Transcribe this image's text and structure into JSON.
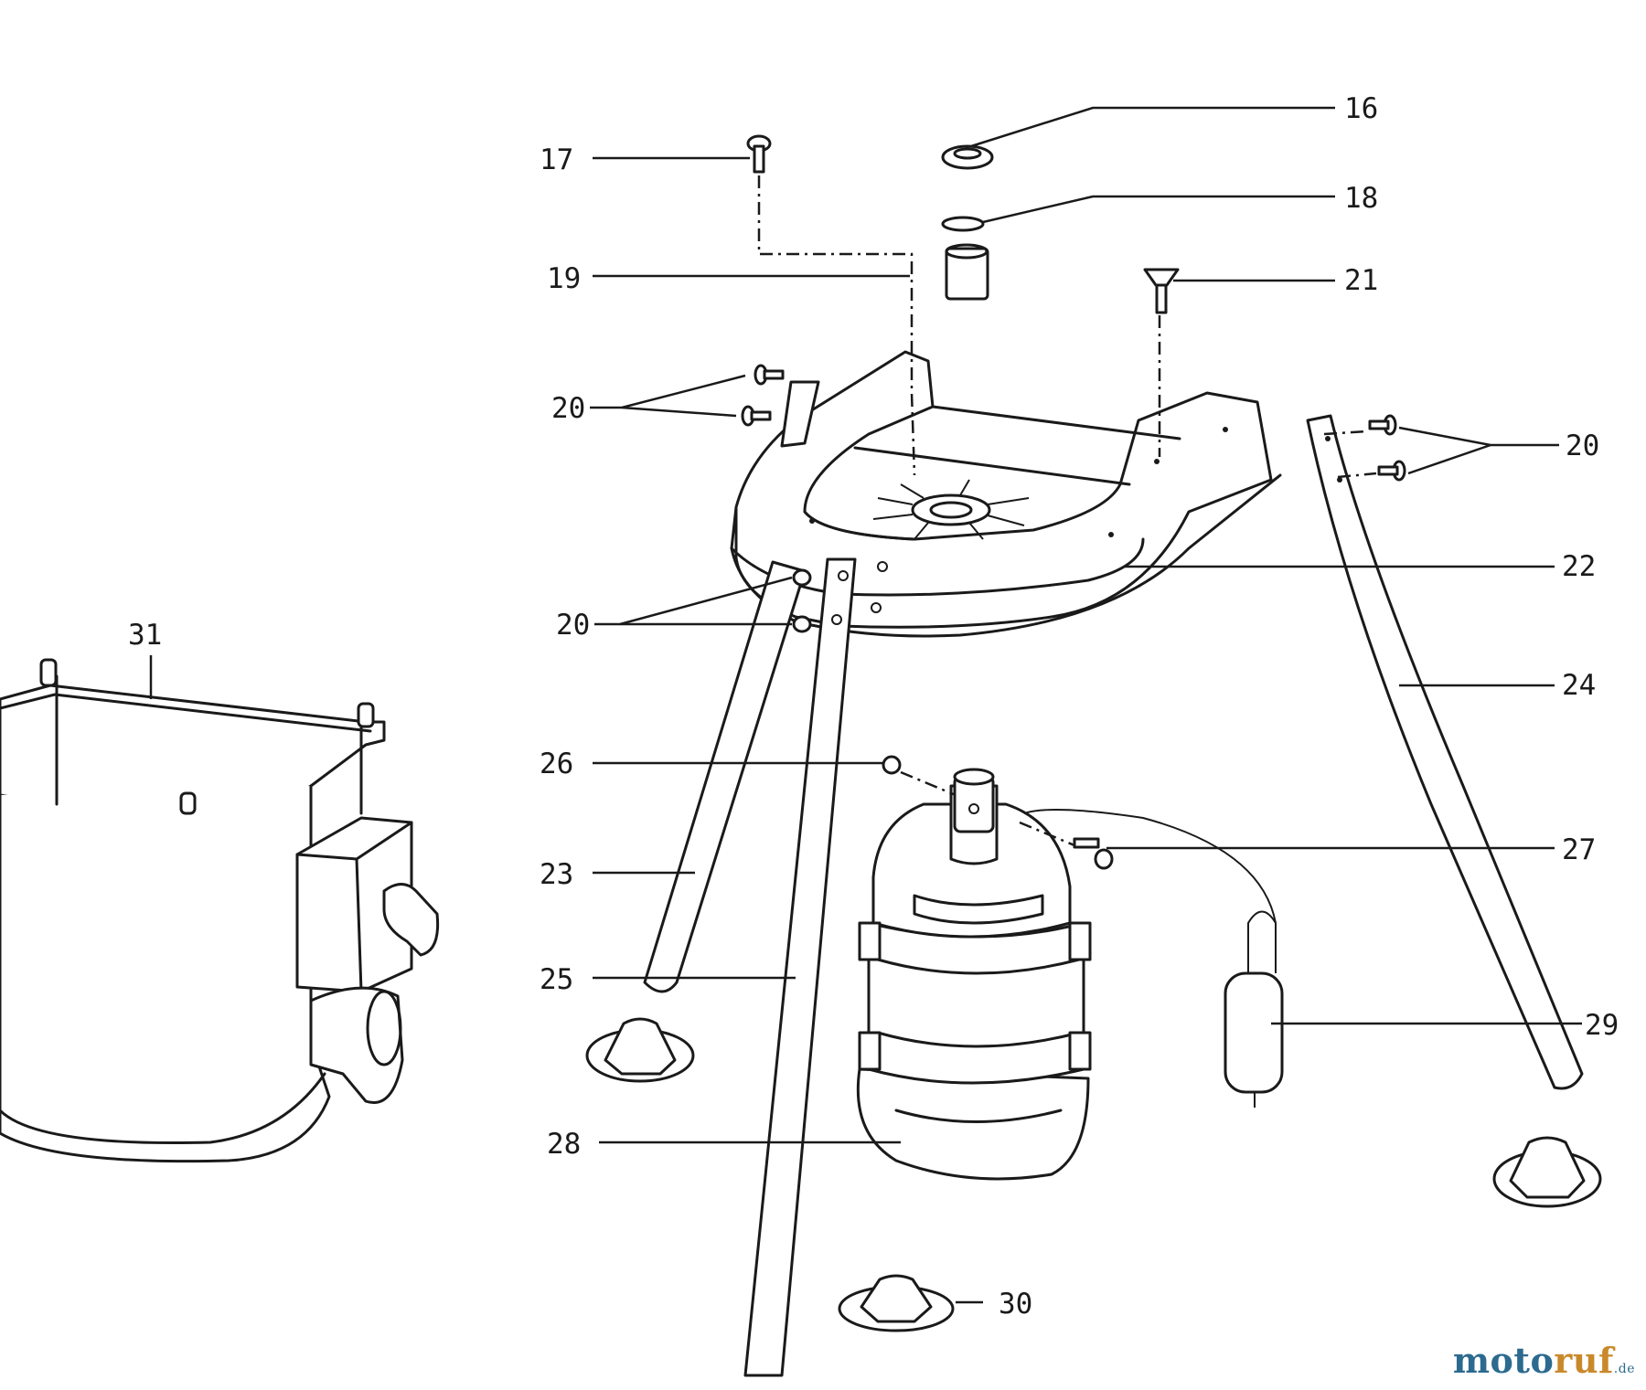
{
  "callouts": {
    "c16": "16",
    "c17": "17",
    "c18": "18",
    "c19": "19",
    "c20a": "20",
    "c20b": "20",
    "c20c": "20",
    "c21": "21",
    "c22": "22",
    "c23": "23",
    "c24": "24",
    "c25": "25",
    "c26": "26",
    "c27": "27",
    "c28": "28",
    "c29": "29",
    "c30": "30",
    "c31": "31"
  },
  "watermark": {
    "part_a": "moto",
    "part_b": "ruf",
    "tld": ".de"
  },
  "colors": {
    "line": "#1a1a1a",
    "watermark_blue": "#2c6a8f",
    "watermark_orange": "#c9892a"
  }
}
